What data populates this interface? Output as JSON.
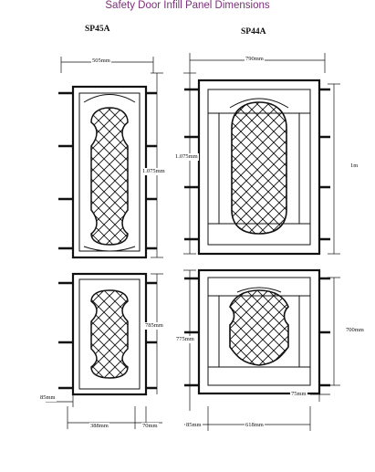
{
  "title": "Safety Door Infill Panel Dimensions",
  "panels": {
    "sp45a": {
      "label": "SP45A",
      "width": "505mm",
      "height_top": "1.075mm",
      "height_bottom": "785mm",
      "inner_width": "388mm",
      "side_gap": "70mm",
      "bottom_gap": "85mm"
    },
    "sp44a": {
      "label": "SP44A",
      "width": "790mm",
      "height_top_left": "1.075mm",
      "height_top_right": "1m",
      "height_bottom_left": "775mm",
      "height_bottom_right": "700mm",
      "inner_width": "618mm",
      "side_gap_left": "85mm",
      "side_gap_right": "75mm"
    }
  },
  "colors": {
    "title": "#7a2f78",
    "line": "#111111"
  }
}
